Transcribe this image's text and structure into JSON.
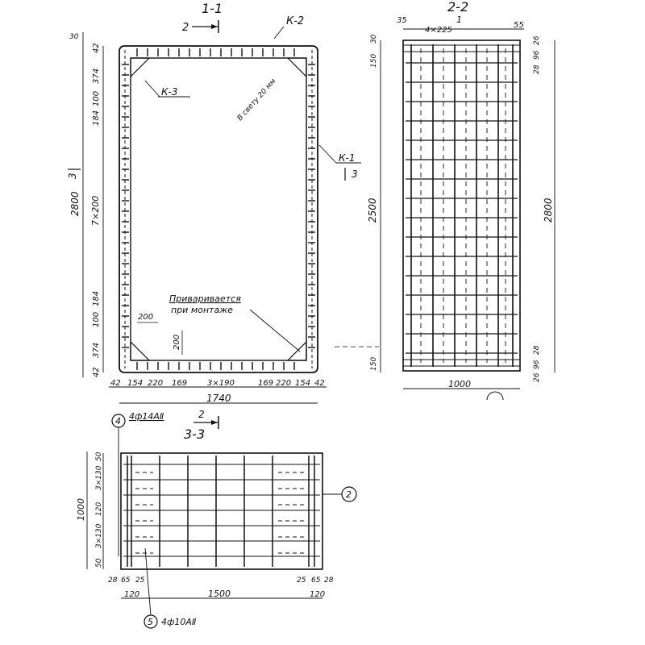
{
  "section_1_1": {
    "title": "1-1",
    "cut_ref": "2",
    "labels": {
      "k2": "К-2",
      "k3": "К-3",
      "k1": "К-1",
      "k1_cut": "3",
      "clear": "В свету 20 мм",
      "weld_1": "Приваривается",
      "weld_2": "при монтаже"
    },
    "dims_left": [
      "30",
      "42",
      "374",
      "100",
      "184",
      "7×200",
      "184",
      "100",
      "374",
      "42"
    ],
    "overall_height": "2800",
    "left_marker": "3",
    "inner_dims": [
      "200",
      "200"
    ],
    "dims_bottom": [
      "42",
      "154",
      "220",
      "169",
      "3×190",
      "169",
      "220",
      "154",
      "42"
    ],
    "overall_width": "1740"
  },
  "section_2_2": {
    "title": "2-2",
    "cut_ref": "1",
    "top_dims": [
      "35",
      "4×225",
      "55"
    ],
    "left_dims": [
      "30",
      "150",
      "2500",
      "150"
    ],
    "right_dims": [
      "26",
      "96",
      "28",
      "28",
      "96",
      "26"
    ],
    "overall_height": "2800",
    "width": "1000"
  },
  "section_3_3": {
    "title": "3-3",
    "cut_ref": "2",
    "callout_4": "4",
    "callout_4_text": "4ф14АⅡ",
    "callout_5": "5",
    "callout_5_text": "4ф10АⅡ",
    "callout_2": "2",
    "left_dims": [
      "50",
      "3×130",
      "120",
      "3×130",
      "50"
    ],
    "height": "1000",
    "bottom_dims": [
      "28",
      "65",
      "25",
      "25",
      "65",
      "28"
    ],
    "inner_bottom": [
      "120",
      "1500",
      "120"
    ]
  }
}
